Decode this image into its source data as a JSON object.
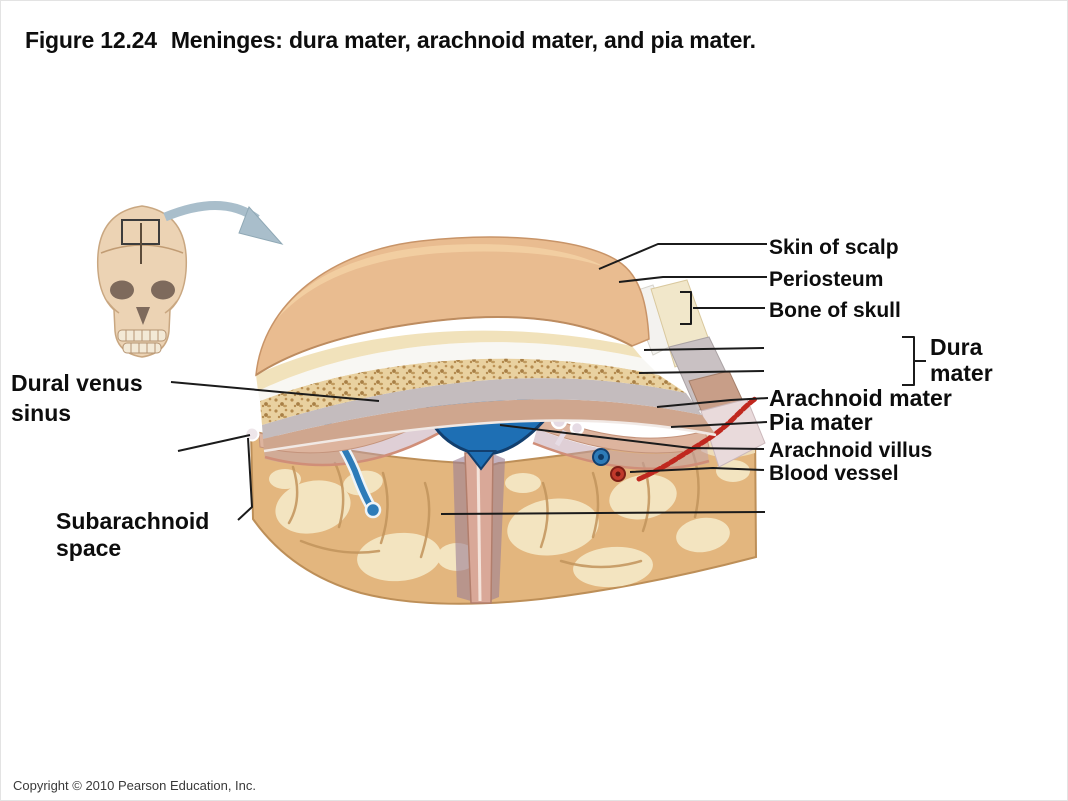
{
  "title": {
    "figure_number": "Figure 12.24",
    "text": "Meninges: dura mater, arachnoid mater, and pia mater."
  },
  "labels": {
    "skin_of_scalp": "Skin of scalp",
    "periosteum": "Periosteum",
    "bone_of_skull": "Bone of skull",
    "dura_mater_line1": "Dura",
    "dura_mater_line2": "mater",
    "arachnoid_mater": "Arachnoid mater",
    "pia_mater": "Pia mater",
    "arachnoid_villus": "Arachnoid villus",
    "blood_vessel": "Blood vessel",
    "dural_venus_sinus_line1": "Dural venus",
    "dural_venus_sinus_line2": "sinus",
    "subarachnoid_space_line1": "Subarachnoid",
    "subarachnoid_space_line2": "space"
  },
  "footer": {
    "copyright": "Copyright © 2010 Pearson Education, Inc."
  },
  "icons": {
    "skull_icon": "front-view skull with sectioned box on cranium",
    "zoom_arrow_icon": "curved arrow pointing to the enlarged section"
  },
  "colors": {
    "skin": "#e9bc90",
    "fat": "#f1e2bb",
    "periosteum": "#f8f7f3",
    "bone": "#e9d1a0",
    "dura_gray": "#c4bcbe",
    "dura_brown": "#cfa68e",
    "arachnoid": "#e9dadb",
    "brain": "#e3b67e",
    "white_matter": "#f3e4c0",
    "sinus_blue": "#1e6fb4",
    "vessel_blue": "#2d7bb8",
    "vessel_red": "#c0281f",
    "arrow": "#a9becb",
    "leader_line": "#1b1b1b"
  }
}
